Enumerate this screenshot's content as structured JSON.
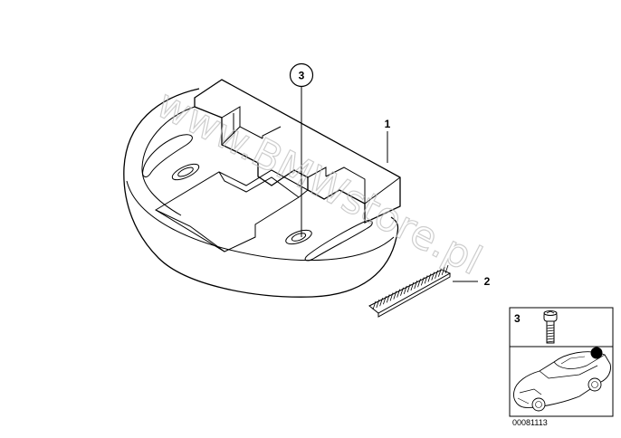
{
  "callouts": [
    {
      "label": "1"
    },
    {
      "label": "2"
    },
    {
      "label": "3"
    }
  ],
  "inset": {
    "item_label": "3",
    "diagram_number": "00081113"
  },
  "watermark": "www.BMWstore.pl",
  "colors": {
    "line": "#000000",
    "watermark": "#bdbdbd",
    "background": "#ffffff"
  }
}
